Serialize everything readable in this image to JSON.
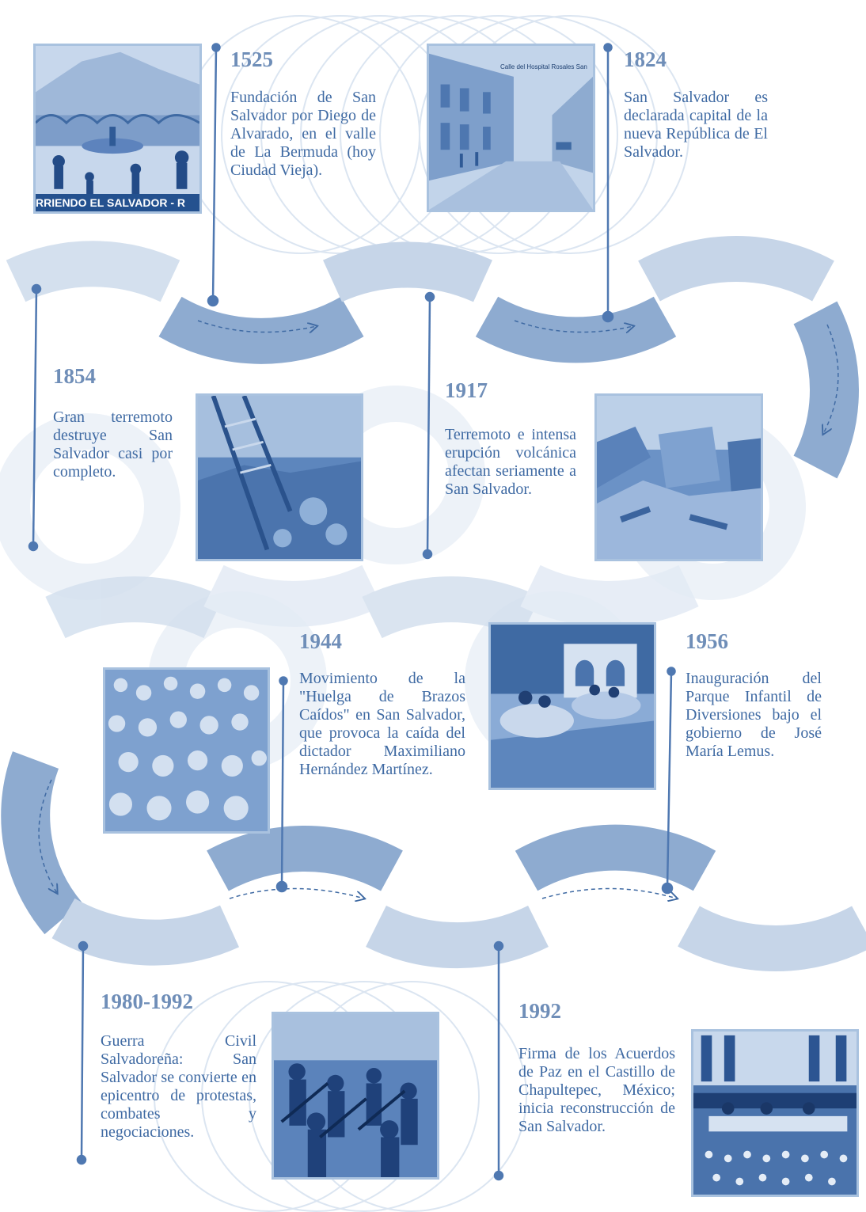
{
  "colors": {
    "band_light": "#c6d5e8",
    "band_dark": "#8eabd0",
    "accent": "#4f78b1",
    "year": "#6f8eb8",
    "text": "#3f6aa3"
  },
  "events": [
    {
      "year": "1525",
      "text": "Fundación de San Salvador por Diego de Alvarado, en el valle de La Bermuda (hoy Ciudad Vieja).",
      "photo": "colonial-plaza-engraving-photo",
      "photo_caption": "RRIENDO EL SALVADOR - R"
    },
    {
      "year": "1824",
      "text": "San Salvador es declarada capital de la nueva República de El Salvador.",
      "photo": "historic-street-photo",
      "photo_caption": "Calle del Hospital Rosales  San"
    },
    {
      "year": "1854",
      "text": "Gran terremoto destruye San Salvador casi por completo.",
      "photo": "earthquake-ruins-photo"
    },
    {
      "year": "1917",
      "text": "Terremoto e intensa erupción volcánica afectan seriamente a San Salvador.",
      "photo": "collapsed-buildings-photo"
    },
    {
      "year": "1944",
      "text": "Movimiento de la \"Huelga de Brazos Caídos\" en San Salvador, que provoca la caída del dictador Maximiliano Hernández Martínez.",
      "photo": "crowd-protest-photo"
    },
    {
      "year": "1956",
      "text": "Inauguración del Parque Infantil de Diversiones bajo el gobierno de José María Lemus.",
      "photo": "children-boat-park-photo"
    },
    {
      "year": "1980-1992",
      "text": "Guerra Civil Salvadoreña: San Salvador se convierte en epicentro de protestas, combates y negociaciones.",
      "photo": "soldiers-parade-photo"
    },
    {
      "year": "1992",
      "text": "Firma de los Acuerdos de Paz en el Castillo de Chapultepec, México; inicia reconstrucción de San Salvador.",
      "photo": "peace-accords-signing-photo"
    }
  ]
}
